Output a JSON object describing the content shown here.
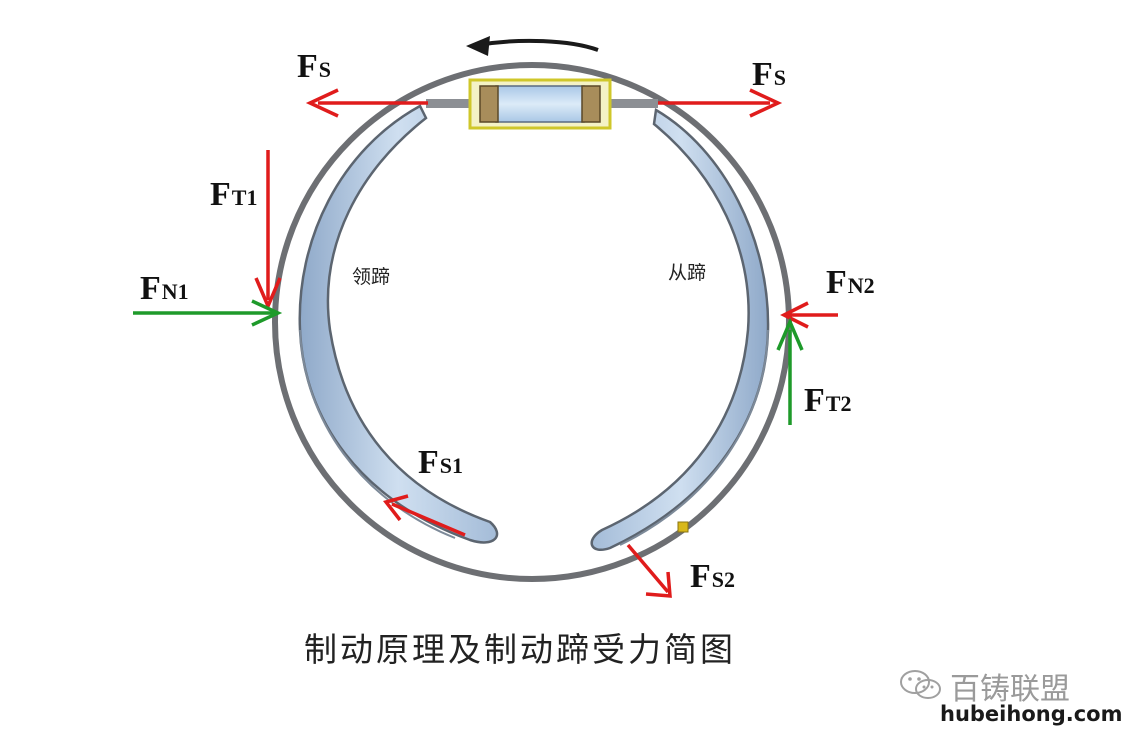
{
  "diagram": {
    "caption": "制动原理及制动蹄受力简图",
    "shoes": {
      "leading": "领蹄",
      "trailing": "从蹄"
    },
    "forces": {
      "fs_left": {
        "main": "F",
        "sub": "S"
      },
      "fs_right": {
        "main": "F",
        "sub": "S"
      },
      "ft1": {
        "main": "F",
        "sub": "T1"
      },
      "fn1": {
        "main": "F",
        "sub": "N1"
      },
      "fn2": {
        "main": "F",
        "sub": "N2"
      },
      "ft2": {
        "main": "F",
        "sub": "T2"
      },
      "fs1": {
        "main": "F",
        "sub": "S1"
      },
      "fs2": {
        "main": "F",
        "sub": "S2"
      }
    },
    "colors": {
      "force_red": "#e01c1c",
      "reaction_green": "#1e9a2a",
      "drum_gray": "#6d6f73",
      "shoe_blue": "#b8cde6",
      "cylinder_yellow": "#cfc72a"
    }
  },
  "watermark": {
    "brand": "百铸联盟",
    "url": "hubeihong.com",
    "icon": "wechat-icon"
  }
}
